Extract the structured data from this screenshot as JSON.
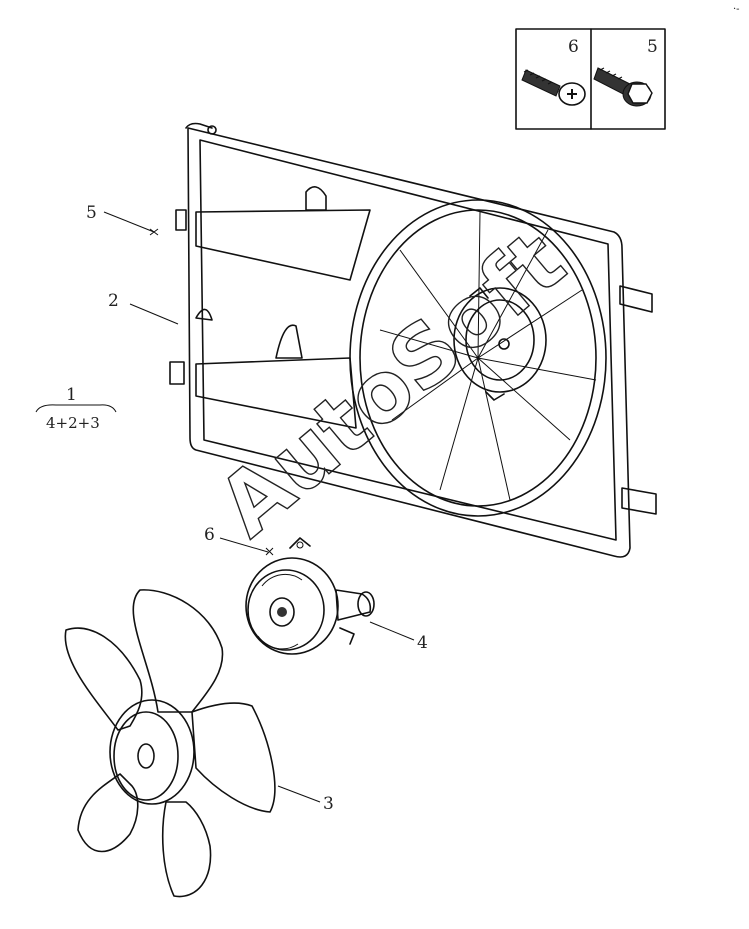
{
  "legend": {
    "screw_label": "6",
    "bolt_label": "5"
  },
  "callouts": {
    "c5": "5",
    "c2": "2",
    "c1": "1",
    "c1_sub": "4+2+3",
    "c6": "6",
    "c4": "4",
    "c3": "3"
  },
  "watermark": "AutoSoft",
  "corner_mark": "·‑"
}
